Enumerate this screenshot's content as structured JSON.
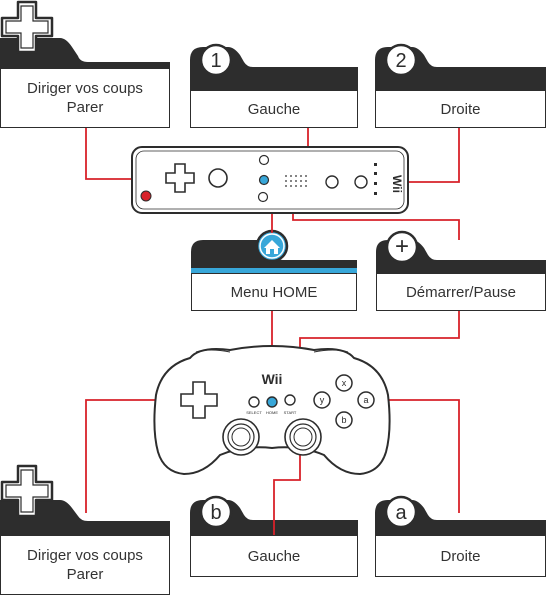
{
  "wiimote": {
    "dpad_action": "Diriger vos coups\nParer",
    "button1_icon": "1",
    "button1_action": "Gauche",
    "button2_icon": "2",
    "button2_action": "Droite",
    "home_icon": "home-icon",
    "home_action": "Menu HOME",
    "plus_icon": "+",
    "plus_action": "Démarrer/Pause"
  },
  "controller": {
    "brand": "Wii",
    "select_label": "SELECT",
    "home_label": "HOME",
    "start_label": "START",
    "dpad_action": "Diriger vos coups\nParer",
    "b_icon": "b",
    "b_action": "Gauche",
    "a_icon": "a",
    "a_action": "Droite"
  },
  "colors": {
    "connector": "#d8222a",
    "header": "#2d2d2d",
    "home_accent": "#38a7d9"
  }
}
